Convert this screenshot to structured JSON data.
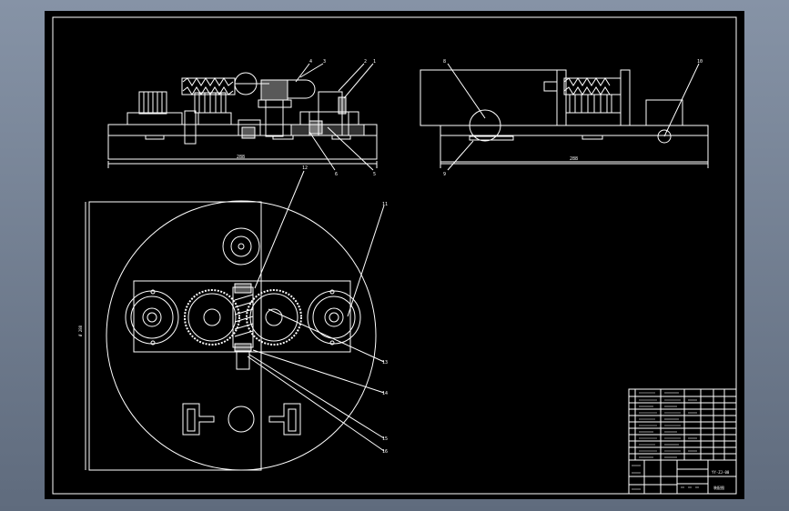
{
  "app": {
    "background_top": "#8693a6",
    "background_bottom": "#5f6b7d",
    "sheet_color": "#000000",
    "line_color": "#ffffff"
  },
  "drawing": {
    "front_view": {
      "balloons": [
        "4",
        "3",
        "2",
        "1",
        "6",
        "5"
      ],
      "dimension": "288"
    },
    "side_view": {
      "balloons": [
        "8",
        "9",
        "10"
      ],
      "dimension": "288"
    },
    "top_view": {
      "balloons": [
        "12",
        "11",
        "13",
        "14",
        "15",
        "16"
      ],
      "dimension": "Ø 288"
    },
    "title_block": {
      "drawing_number": "YY-ZJ-00",
      "part_name": "装配图"
    }
  }
}
